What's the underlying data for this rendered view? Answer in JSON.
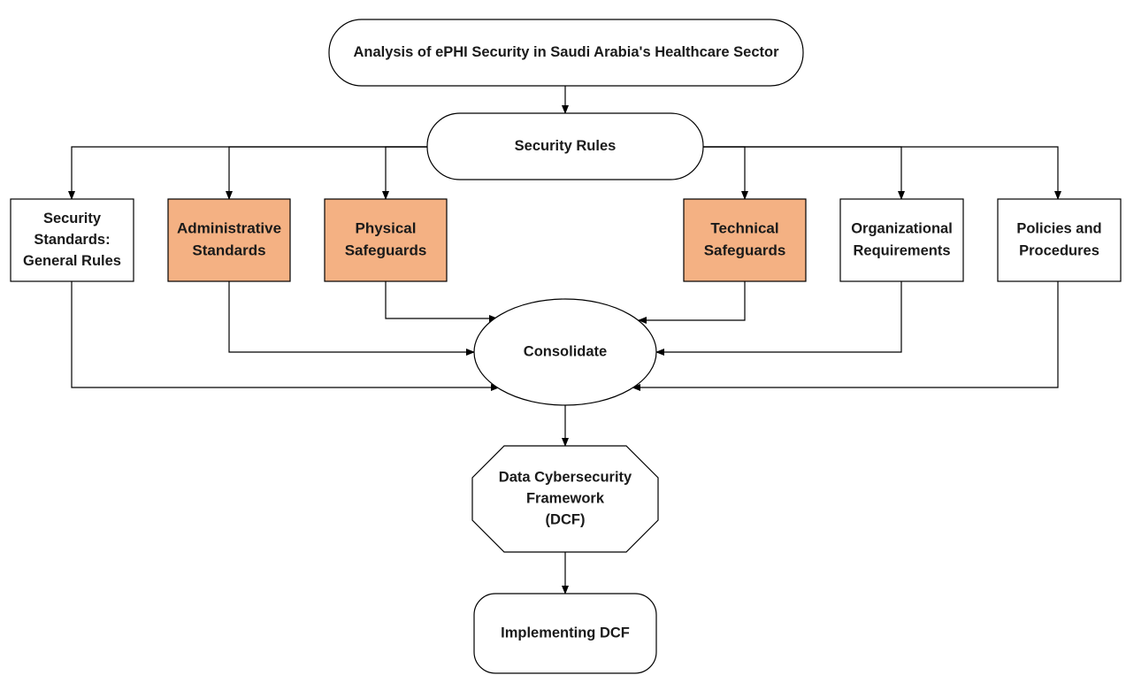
{
  "colors": {
    "highlight_fill": "#F4B183",
    "default_fill": "#FFFFFF",
    "stroke": "#000000",
    "text": "#1a1a1a"
  },
  "nodes": {
    "analysis": {
      "shape": "rounded-rectangle",
      "lines": [
        "Analysis of ePHI Security in Saudi Arabia's Healthcare Sector"
      ]
    },
    "security_rules": {
      "shape": "rounded-rectangle",
      "lines": [
        "Security Rules"
      ]
    },
    "general_rules": {
      "shape": "rectangle",
      "highlighted": false,
      "lines": [
        "Security",
        "Standards:",
        "General Rules"
      ]
    },
    "administrative": {
      "shape": "rectangle",
      "highlighted": true,
      "lines": [
        "Administrative",
        "Standards"
      ]
    },
    "physical": {
      "shape": "rectangle",
      "highlighted": true,
      "lines": [
        "Physical",
        "Safeguards"
      ]
    },
    "technical": {
      "shape": "rectangle",
      "highlighted": true,
      "lines": [
        "Technical",
        "Safeguards"
      ]
    },
    "organizational": {
      "shape": "rectangle",
      "highlighted": false,
      "lines": [
        "Organizational",
        "Requirements"
      ]
    },
    "policies": {
      "shape": "rectangle",
      "highlighted": false,
      "lines": [
        "Policies and",
        "Procedures"
      ]
    },
    "consolidate": {
      "shape": "ellipse",
      "lines": [
        "Consolidate"
      ]
    },
    "dcf": {
      "shape": "octagon",
      "lines": [
        "Data Cybersecurity",
        "Framework",
        "(DCF)"
      ]
    },
    "implementing": {
      "shape": "rounded-rectangle",
      "lines": [
        "Implementing DCF"
      ]
    }
  },
  "edges": [
    {
      "from": "analysis",
      "to": "security_rules"
    },
    {
      "from": "security_rules",
      "to": "general_rules"
    },
    {
      "from": "security_rules",
      "to": "administrative"
    },
    {
      "from": "security_rules",
      "to": "physical"
    },
    {
      "from": "security_rules",
      "to": "technical"
    },
    {
      "from": "security_rules",
      "to": "organizational"
    },
    {
      "from": "security_rules",
      "to": "policies"
    },
    {
      "from": "general_rules",
      "to": "consolidate"
    },
    {
      "from": "administrative",
      "to": "consolidate"
    },
    {
      "from": "physical",
      "to": "consolidate"
    },
    {
      "from": "technical",
      "to": "consolidate"
    },
    {
      "from": "organizational",
      "to": "consolidate"
    },
    {
      "from": "policies",
      "to": "consolidate"
    },
    {
      "from": "consolidate",
      "to": "dcf"
    },
    {
      "from": "dcf",
      "to": "implementing"
    }
  ]
}
